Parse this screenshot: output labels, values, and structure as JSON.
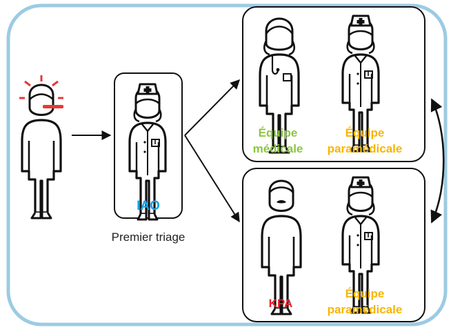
{
  "colors": {
    "frame": "#9ccbe3",
    "outline": "#111111",
    "green": "#8cc63f",
    "orange": "#f7b500",
    "blue": "#1aa3e8",
    "red": "#e8202a",
    "fever": "#e53935"
  },
  "nodes": {
    "patient": {
      "icon": "feverish-patient-icon"
    },
    "triage": {
      "label": "IAO",
      "caption": "Premier triage",
      "icon": "nurse-icon"
    },
    "top_group": {
      "members": [
        {
          "label_line1": "Équipe",
          "label_line2": "médicale",
          "icon": "doctor-icon"
        },
        {
          "label_line1": "Équipe",
          "label_line2": "paramédicale",
          "icon": "nurse-icon"
        }
      ]
    },
    "bottom_group": {
      "members": [
        {
          "label": "KPA",
          "icon": "man-with-mustache-icon"
        },
        {
          "label_line1": "Équipe",
          "label_line2": "paramédicale",
          "icon": "nurse-icon"
        }
      ]
    }
  },
  "edges": [
    {
      "from": "patient",
      "to": "triage"
    },
    {
      "from": "triage",
      "to": "top_group"
    },
    {
      "from": "triage",
      "to": "bottom_group"
    },
    {
      "from": "top_group",
      "to": "bottom_group",
      "bidirectional": true
    }
  ]
}
